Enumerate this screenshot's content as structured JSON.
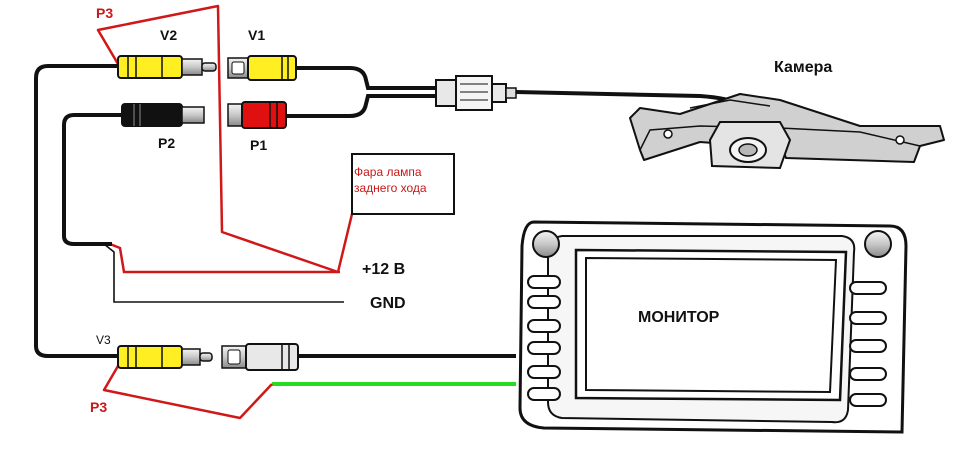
{
  "labels": {
    "p3_top": "P3",
    "p3_bottom": "P3",
    "v1": "V1",
    "v2": "V2",
    "v3": "V3",
    "p1": "P1",
    "p2": "P2",
    "camera": "Камера",
    "power": "+12 В",
    "gnd": "GND",
    "monitor": "МОНИТОР",
    "reverse_lamp_line1": "Фара лампа",
    "reverse_lamp_line2": "заднего хода"
  },
  "colors": {
    "red_wire": "#d01818",
    "green_wire": "#22dd22",
    "yellow_plug": "#ffee22",
    "red_plug": "#e01010",
    "black_plug": "#111111",
    "label_red": "#c81818"
  }
}
